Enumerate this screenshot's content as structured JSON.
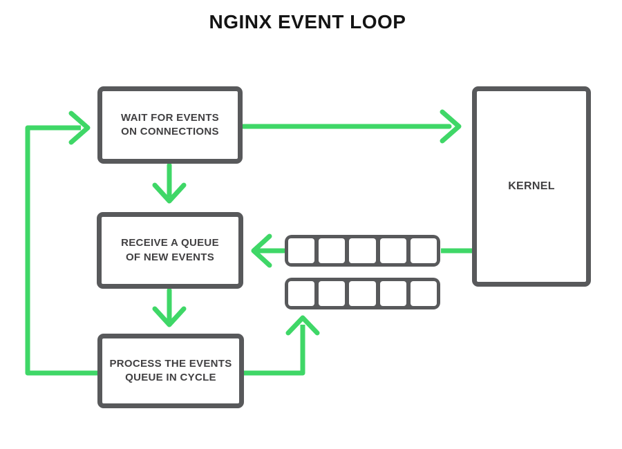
{
  "title": "NGINX EVENT LOOP",
  "colors": {
    "background": "#ffffff",
    "accent_green": "#3fd767",
    "box_border_gray": "#58595b",
    "box_text_gray": "#414042",
    "title_black": "#141414"
  },
  "nodes": {
    "wait": {
      "label": "WAIT FOR EVENTS\nON CONNECTIONS"
    },
    "receive": {
      "label": "RECEIVE A QUEUE\nOF NEW EVENTS"
    },
    "process": {
      "label": "PROCESS THE EVENTS\nQUEUE IN CYCLE"
    },
    "kernel": {
      "label": "KERNEL"
    }
  },
  "queues": {
    "rows": 2,
    "cells_per_row": 5
  },
  "edges": [
    {
      "from": "wait-for-events",
      "to": "kernel",
      "style": "arrow"
    },
    {
      "from": "wait-for-events",
      "to": "receive-queue",
      "style": "arrow"
    },
    {
      "from": "kernel",
      "to": "event-queue-row-1",
      "style": "line"
    },
    {
      "from": "event-queue-row-1",
      "to": "receive-queue",
      "style": "arrow"
    },
    {
      "from": "receive-queue",
      "to": "process-events",
      "style": "arrow"
    },
    {
      "from": "process-events",
      "to": "event-queue-row-2",
      "style": "arrow"
    },
    {
      "from": "process-events",
      "to": "wait-for-events",
      "style": "arrow-loop"
    }
  ]
}
